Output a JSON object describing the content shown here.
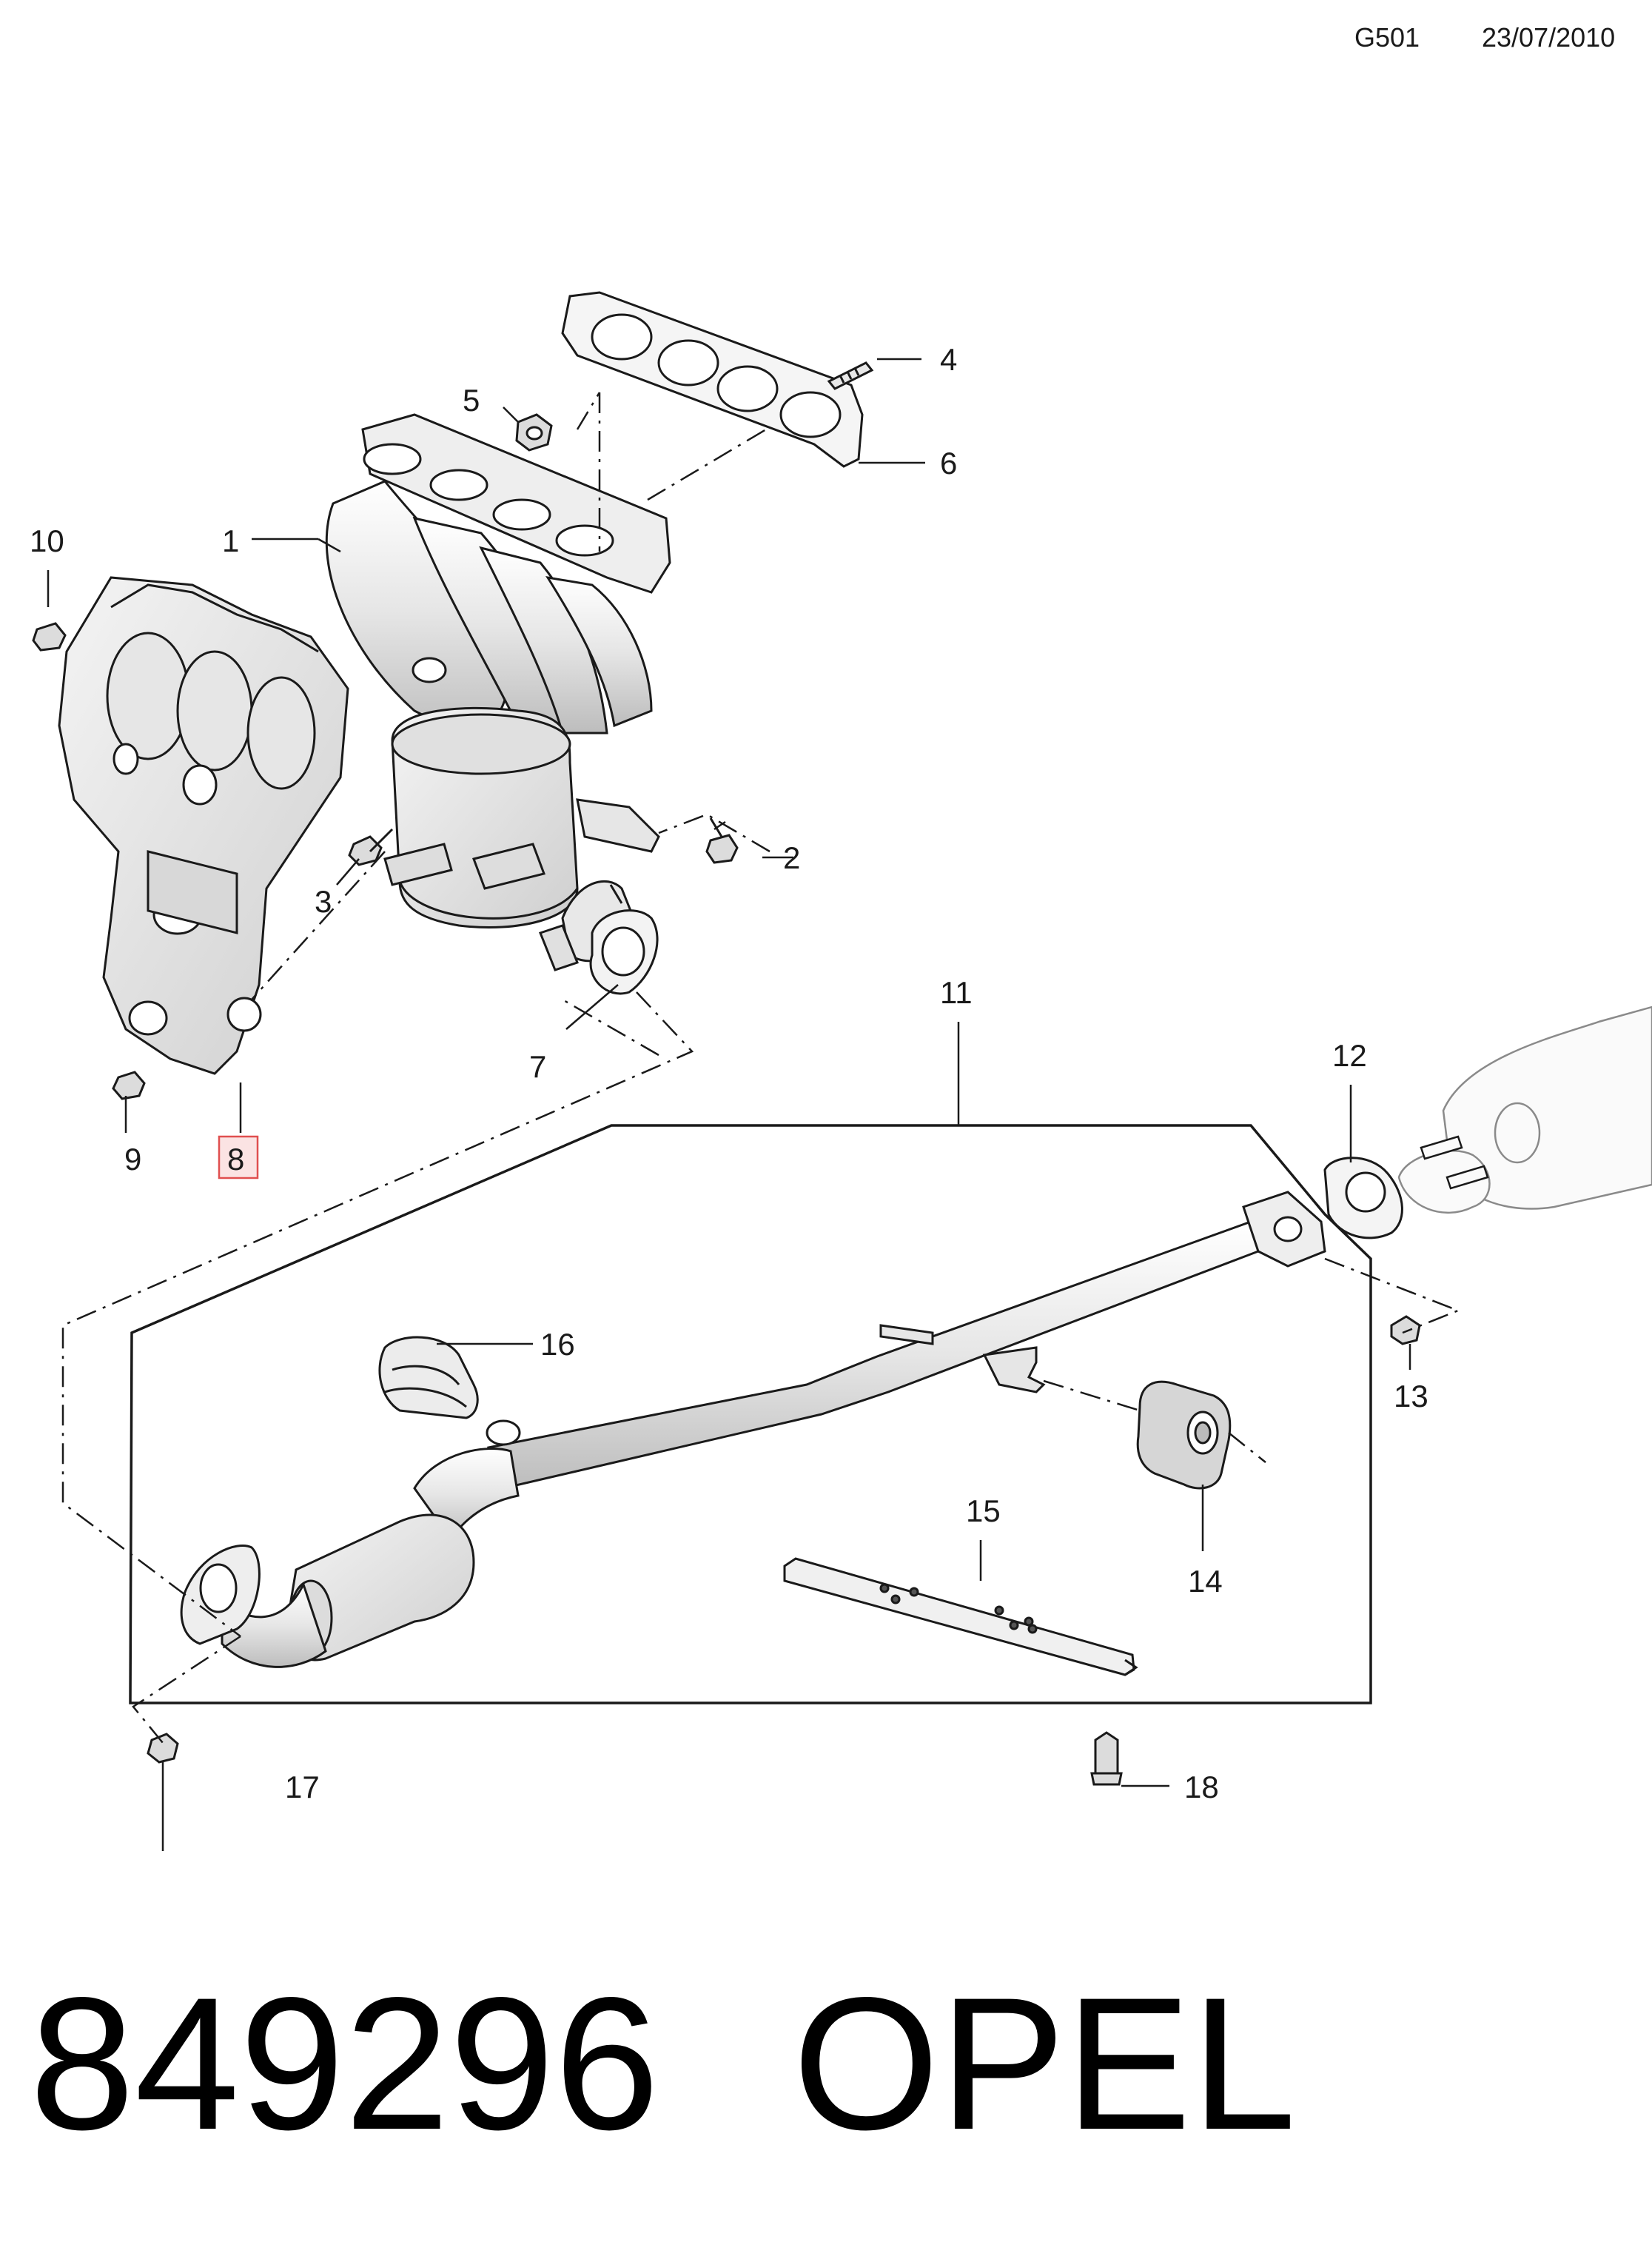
{
  "header": {
    "code": "G501",
    "date": "23/07/2010"
  },
  "callouts": [
    "1",
    "2",
    "3",
    "4",
    "5",
    "6",
    "7",
    "8",
    "9",
    "10",
    "11",
    "12",
    "13",
    "14",
    "15",
    "16",
    "17",
    "18"
  ],
  "highlighted_callout": "8",
  "footer": {
    "part_number": "849296",
    "brand": "OPEL"
  },
  "colors": {
    "line": "#1a1a1a",
    "part_fill": "#f2f2f2",
    "part_shade": "#d6d6d6",
    "highlight_border": "#e04f4f",
    "highlight_fill": "#fbe3e3"
  }
}
